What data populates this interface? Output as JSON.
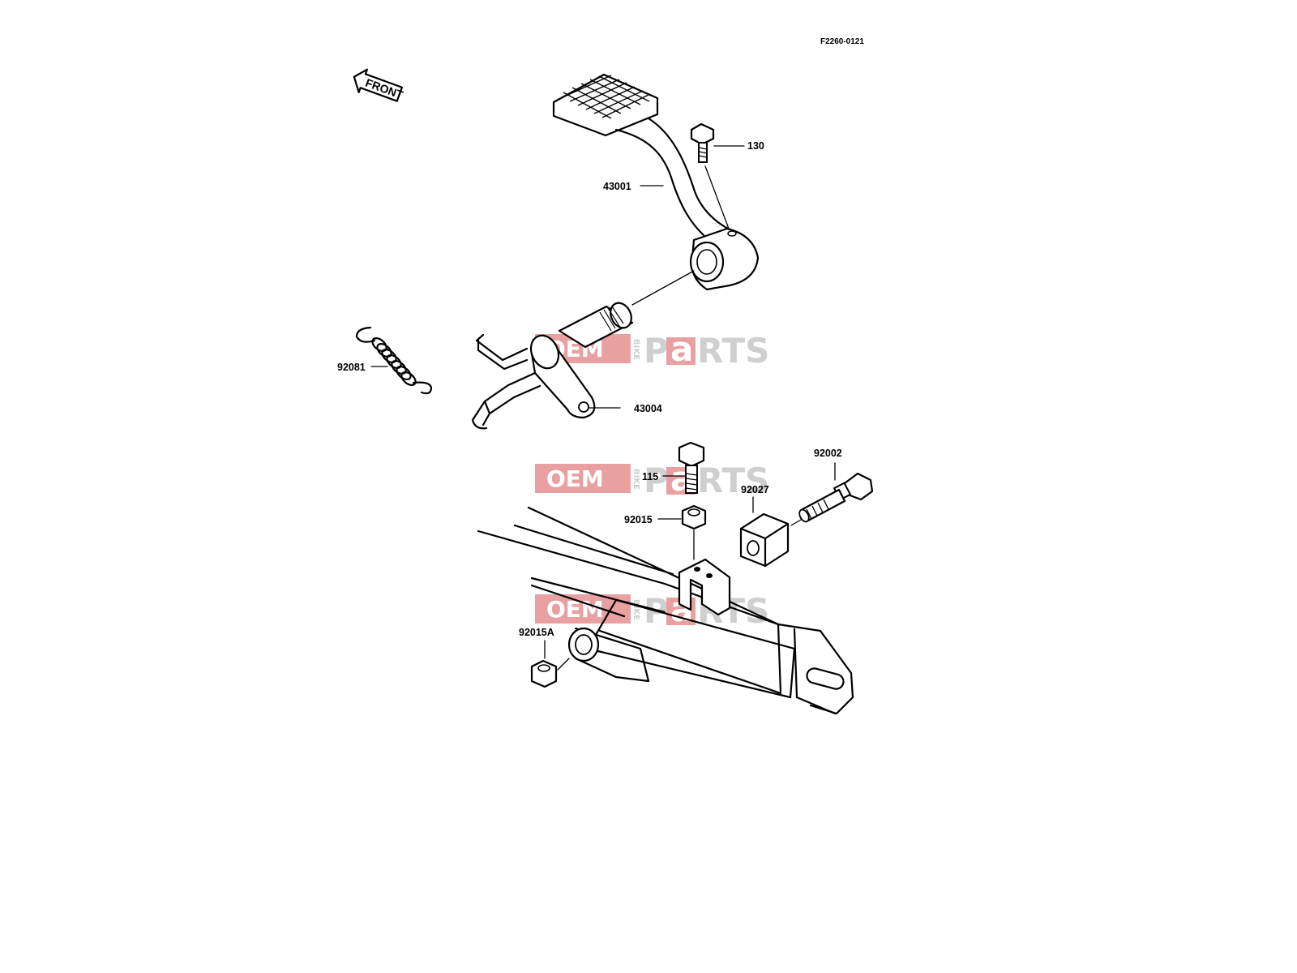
{
  "diagram": {
    "reference_code": "F2260-0121",
    "front_arrow_label": "FRONT",
    "watermark": {
      "oem": "OEM",
      "bike": "BIKE",
      "brand_p": "P",
      "brand_a": "a",
      "brand_rts": "RTS",
      "color_red": "#e8a0a0",
      "color_gray": "#cfcfcf"
    },
    "parts": [
      {
        "id": "130",
        "label": "130"
      },
      {
        "id": "43001",
        "label": "43001"
      },
      {
        "id": "92081",
        "label": "92081"
      },
      {
        "id": "43004",
        "label": "43004"
      },
      {
        "id": "92002",
        "label": "92002"
      },
      {
        "id": "115",
        "label": "115"
      },
      {
        "id": "92027",
        "label": "92027"
      },
      {
        "id": "92015",
        "label": "92015"
      },
      {
        "id": "92015A",
        "label": "92015A"
      }
    ]
  }
}
